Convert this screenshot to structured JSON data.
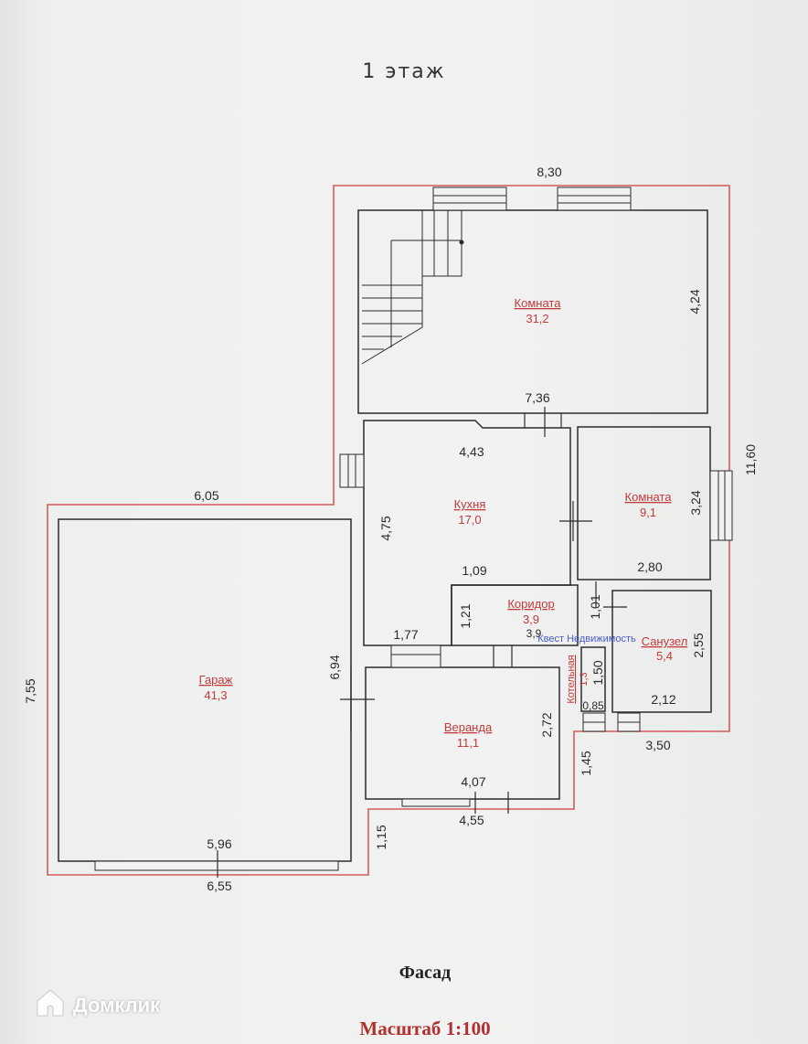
{
  "header": {
    "title": "1 этаж"
  },
  "footer": {
    "facade_label": "Фасад",
    "scale_label": "Масштаб 1:100"
  },
  "brand": {
    "name": "Домклик",
    "icon": "home-logo-icon"
  },
  "watermark": {
    "text": "Квест Недвижимость"
  },
  "colors": {
    "outline": "#d65a5a",
    "walls": "#2b2b2b",
    "labels": "#c23a3a"
  },
  "rooms": {
    "room_big": {
      "name": "Комната",
      "area": "31,2"
    },
    "kitchen": {
      "name": "Кухня",
      "area": "17,0"
    },
    "room_small": {
      "name": "Комната",
      "area": "9,1"
    },
    "corridor": {
      "name": "Коридор",
      "area": "3,9"
    },
    "bathroom": {
      "name": "Санузел",
      "area": "5,4"
    },
    "boiler": {
      "name": "Котельная",
      "area": "1,3"
    },
    "garage": {
      "name": "Гараж",
      "area": "41,3"
    },
    "veranda": {
      "name": "Веранда",
      "area": "11,1"
    }
  },
  "dimensions": {
    "top_total": "8,30",
    "room_big_height": "4,24",
    "room_big_width": "7,36",
    "right_total": "11,60",
    "kitchen_width": "4,43",
    "kitchen_height": "4,75",
    "room_small_height": "3,24",
    "room_small_width": "2,80",
    "garage_top": "6,05",
    "garage_left": "7,55",
    "garage_right": "6,94",
    "garage_inner_bottom": "5,96",
    "garage_outer_bottom": "6,55",
    "corridor_top": "1,09",
    "corridor_left": "1,21",
    "corridor_small": "1,01",
    "corridor_width": "3,9",
    "kitchen_bottom": "1,77",
    "bath_height": "2,55",
    "bath_width": "2,12",
    "boiler_height": "1,50",
    "boiler_width": "0,85",
    "bottom_right": "3,50",
    "step_vertical": "1,45",
    "veranda_height": "2,72",
    "veranda_inner": "4,07",
    "veranda_outer": "4,55",
    "step_garage": "1,15"
  }
}
